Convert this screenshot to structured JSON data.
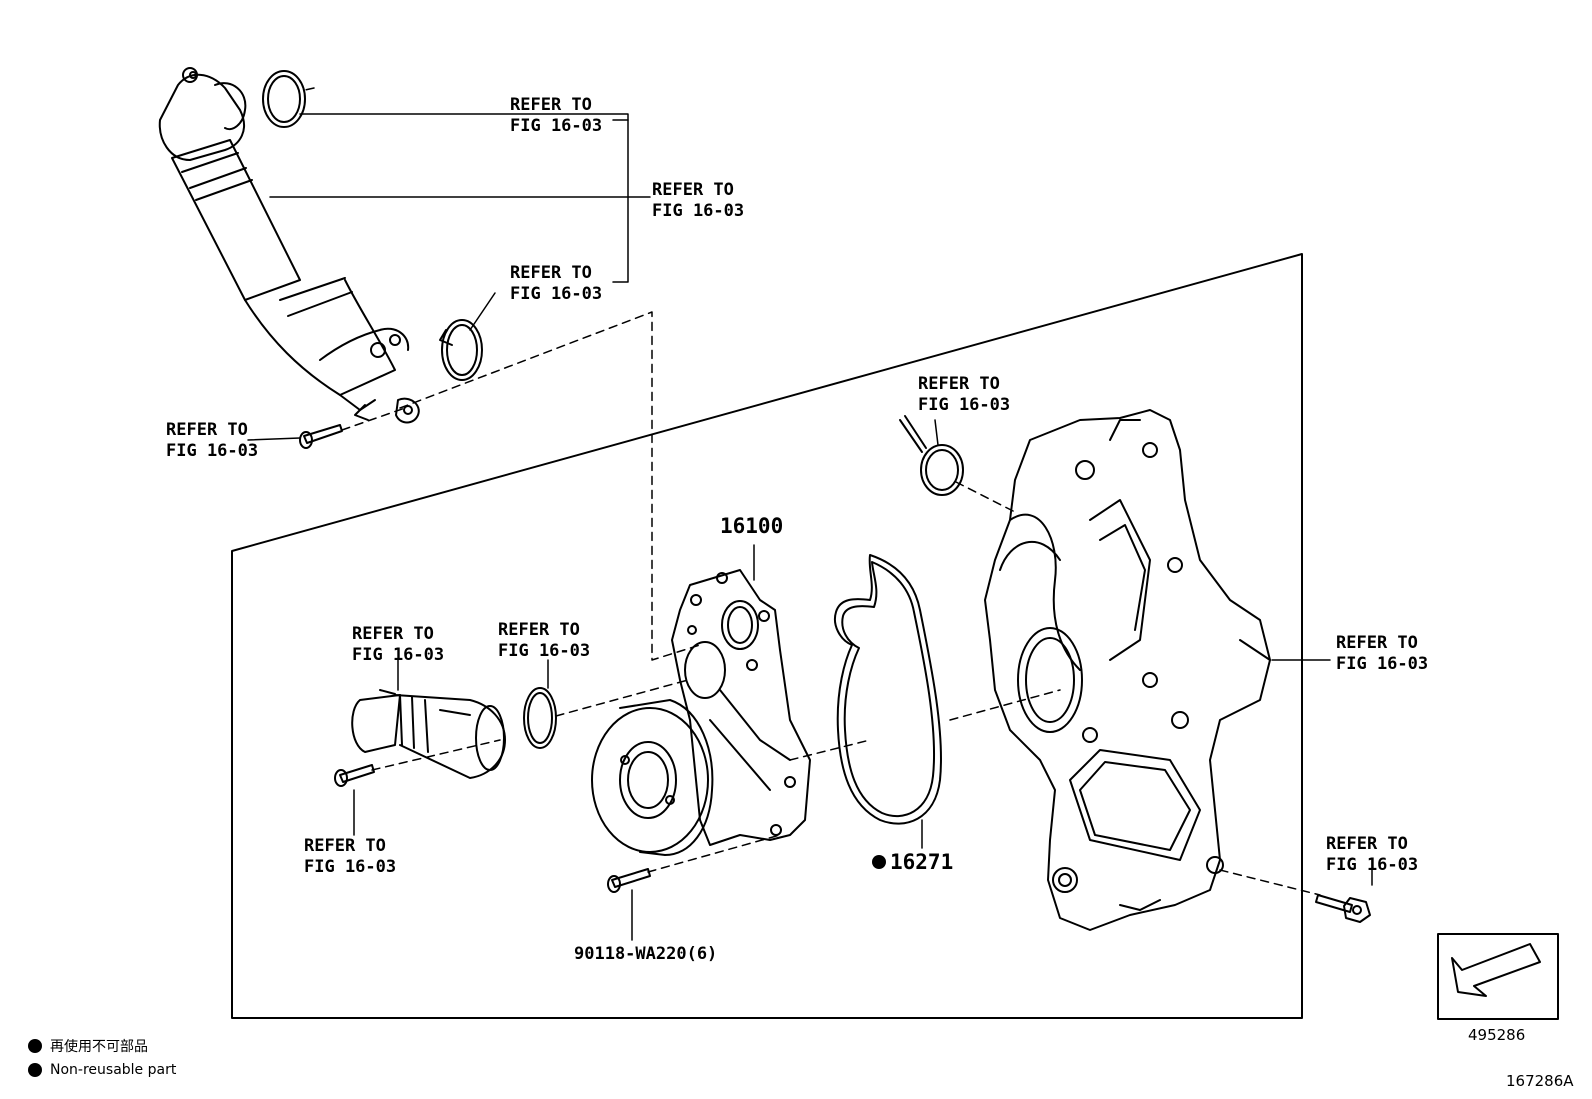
{
  "refs": {
    "r1": [
      "REFER TO",
      "FIG 16-03"
    ],
    "r2": [
      "REFER TO",
      "FIG 16-03"
    ],
    "r3": [
      "REFER TO",
      "FIG 16-03"
    ],
    "r4": [
      "REFER TO",
      "FIG 16-03"
    ],
    "r5": [
      "REFER TO",
      "FIG 16-03"
    ],
    "r6": [
      "REFER TO",
      "FIG 16-03"
    ],
    "r7": [
      "REFER TO",
      "FIG 16-03"
    ],
    "r8": [
      "REFER TO",
      "FIG 16-03"
    ],
    "r9": [
      "REFER TO",
      "FIG 16-03"
    ],
    "r10": [
      "REFER TO",
      "FIG 16-03"
    ]
  },
  "parts": {
    "pump": "16100",
    "gasket": "16271",
    "bolt": "90118-WA220(6)"
  },
  "legend": {
    "jp": "再使用不可部品",
    "en": "Non-reusable part"
  },
  "codes": {
    "view": "495286",
    "illustration": "167286A"
  }
}
